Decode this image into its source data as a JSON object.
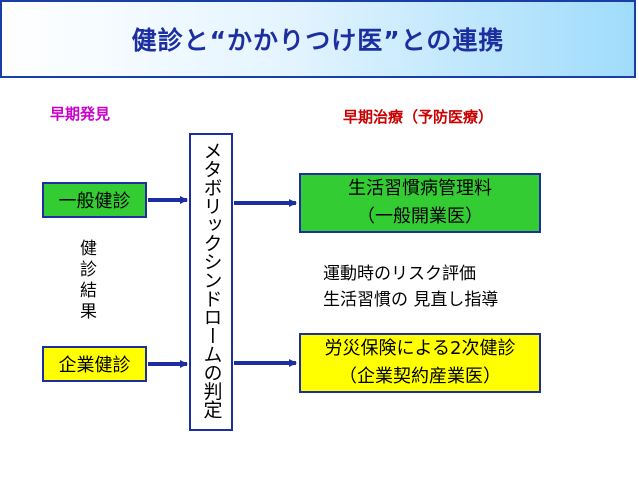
{
  "title": "健診と“かかりつけ医”との連携",
  "labels": {
    "early_detection": "早期発見",
    "early_treatment": "早期治療（予防医療）"
  },
  "boxes": {
    "general_checkup": "一般健診",
    "corporate_checkup": "企業健診",
    "metabolic_judgment": "メタボリックシンドロームの判定",
    "lifestyle_fee_line1": "生活習慣病管理料",
    "lifestyle_fee_line2": "（一般開業医）",
    "injury_checkup_line1": "労災保険による2次健診",
    "injury_checkup_line2": "（企業契約産業医）"
  },
  "results_label": "健診結果",
  "middle": {
    "line1": "運動時のリスク評価",
    "line2": "生活習慣の 見直し指導"
  },
  "colors": {
    "border": "#1d2fa0",
    "green": "#33cc33",
    "yellow": "#ffff00",
    "magenta": "#cc00cc",
    "red": "#cc0000"
  }
}
